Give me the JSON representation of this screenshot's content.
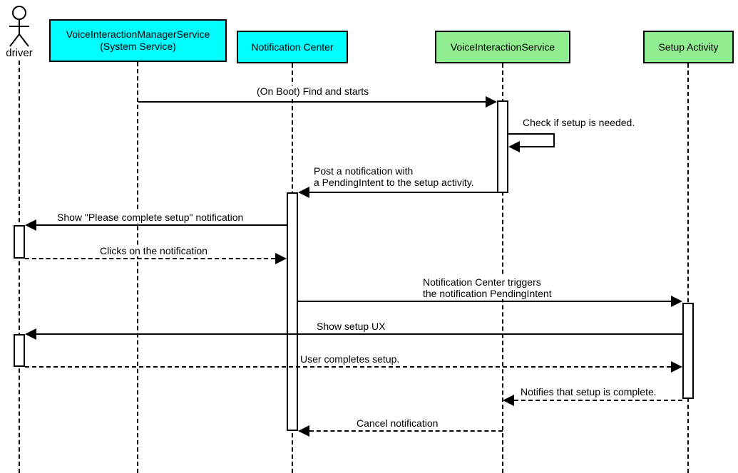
{
  "diagram_type": "uml-sequence",
  "participants": [
    {
      "id": "driver",
      "label": "driver",
      "kind": "actor"
    },
    {
      "id": "vims",
      "label": "VoiceInteractionManagerService\n(System Service)",
      "kind": "box",
      "fill": "#00FFFF"
    },
    {
      "id": "nc",
      "label": "Notification Center",
      "kind": "box",
      "fill": "#00FFFF"
    },
    {
      "id": "vis",
      "label": "VoiceInteractionService",
      "kind": "box",
      "fill": "#90EE90"
    },
    {
      "id": "sa",
      "label": "Setup Activity",
      "kind": "box",
      "fill": "#90EE90"
    }
  ],
  "messages": [
    {
      "n": 1,
      "text": "(On Boot) Find and starts",
      "from": "vims",
      "to": "vis",
      "line": "solid"
    },
    {
      "n": 2,
      "text": "Check if setup is needed.",
      "from": "vis",
      "to": "vis",
      "line": "solid",
      "self_message": true
    },
    {
      "n": 3,
      "text": "Post a notification with\na PendingIntent to the setup activity.",
      "from": "vis",
      "to": "nc",
      "line": "solid"
    },
    {
      "n": 4,
      "text": "Show \"Please complete setup\" notification",
      "from": "nc",
      "to": "driver",
      "line": "solid"
    },
    {
      "n": 5,
      "text": "Clicks on the notification",
      "from": "driver",
      "to": "nc",
      "line": "dashed"
    },
    {
      "n": 6,
      "text": "Notification Center triggers\nthe notification PendingIntent",
      "from": "nc",
      "to": "sa",
      "line": "solid"
    },
    {
      "n": 7,
      "text": "Show setup UX",
      "from": "sa",
      "to": "driver",
      "line": "solid"
    },
    {
      "n": 8,
      "text": "User completes setup.",
      "from": "driver",
      "to": "sa",
      "line": "dashed"
    },
    {
      "n": 9,
      "text": "Notifies that setup is complete.",
      "from": "sa",
      "to": "vis",
      "line": "dashed"
    },
    {
      "n": 10,
      "text": "Cancel notification",
      "from": "vis",
      "to": "nc",
      "line": "dashed"
    }
  ],
  "colors": {
    "service_box_fill": "#00FFFF",
    "activity_box_fill": "#90EE90",
    "stroke": "#000000",
    "background": "#FFFFFF"
  }
}
